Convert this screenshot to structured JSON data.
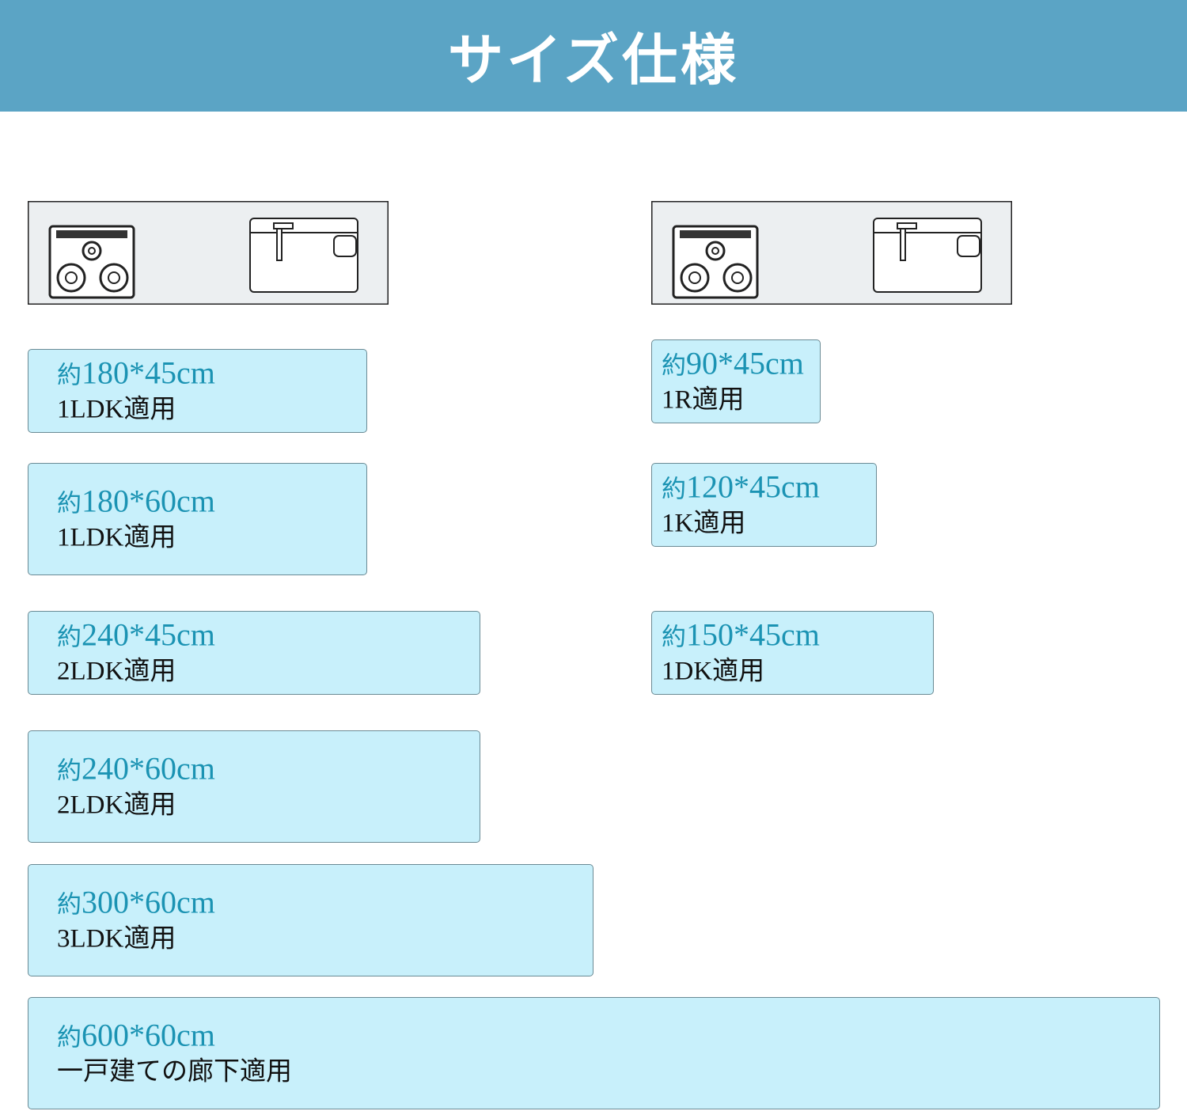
{
  "header": {
    "title": "サイズ仕様"
  },
  "sizes": [
    {
      "prefix": "約",
      "size": "180*45cm",
      "use": "1LDK適用"
    },
    {
      "prefix": "約",
      "size": "180*60cm",
      "use": "1LDK適用"
    },
    {
      "prefix": "約",
      "size": "240*45cm",
      "use": "2LDK適用"
    },
    {
      "prefix": "約",
      "size": "240*60cm",
      "use": "2LDK適用"
    },
    {
      "prefix": "約",
      "size": "300*60cm",
      "use": "3LDK適用"
    },
    {
      "prefix": "約",
      "size": "600*60cm",
      "use": "一戸建ての廊下適用"
    },
    {
      "prefix": "約",
      "size": "90*45cm",
      "use": "1R適用"
    },
    {
      "prefix": "約",
      "size": "120*45cm",
      "use": "1K適用"
    },
    {
      "prefix": "約",
      "size": "150*45cm",
      "use": "1DK適用"
    }
  ],
  "colors": {
    "header": "#5ba4c5",
    "box": "#c8f0fb",
    "size_text": "#1b93b3"
  }
}
